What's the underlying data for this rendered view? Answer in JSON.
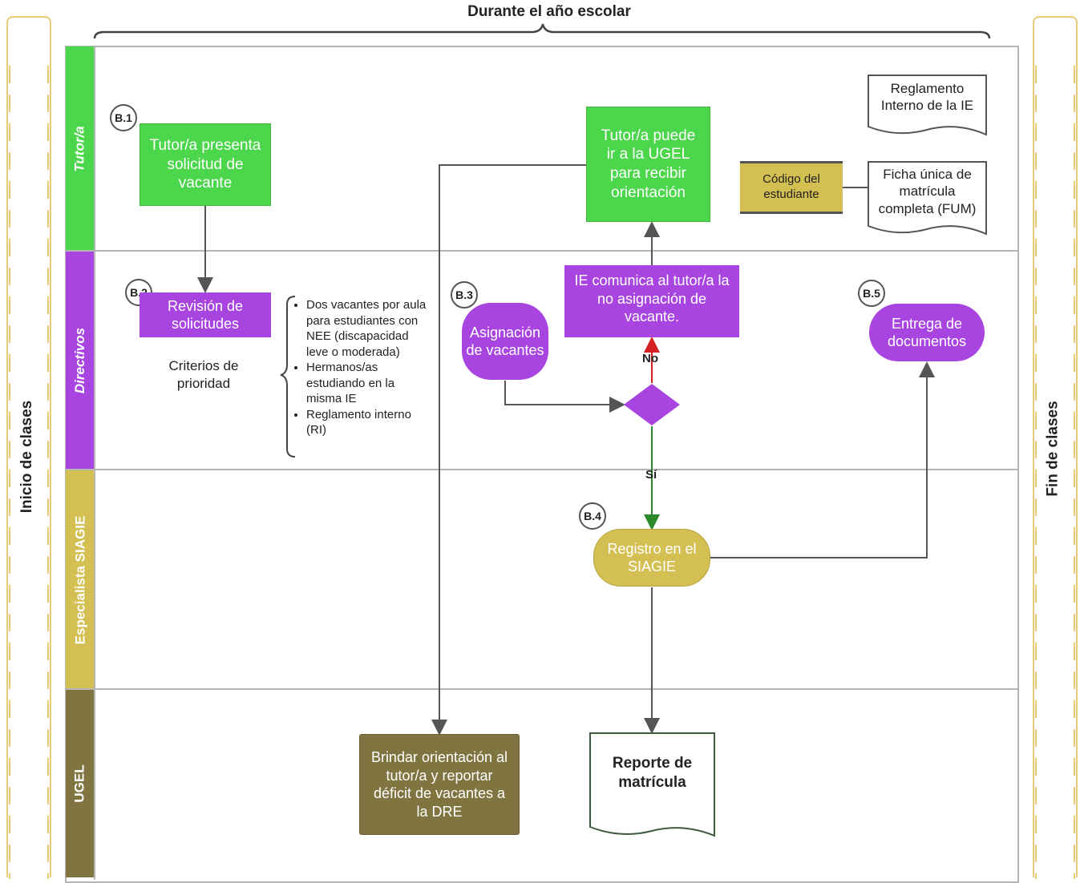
{
  "header": {
    "title": "Durante el año escolar"
  },
  "sides": {
    "left": "Inicio de clases",
    "right": "Fin de clases"
  },
  "lanes": [
    "Tutor/a",
    "Directivos",
    "Especialista SIAGIE",
    "UGEL"
  ],
  "colors": {
    "tutor": "#4cd64c",
    "directivos": "#a845e0",
    "siagie": "#d4bf52",
    "ugel": "#807440"
  },
  "badges": {
    "b1": "B.1",
    "b2": "B.2",
    "b3": "B.3",
    "b4": "B.4",
    "b5": "B.5"
  },
  "nodes": {
    "tutor_solicitud": "Tutor/a presenta solicitud de vacante",
    "tutor_ugel": "Tutor/a puede ir a la UGEL para recibir orientación",
    "codigo": "Código del estudiante",
    "reglamento": "Reglamento Interno de la IE",
    "ficha": "Ficha única de matrícula completa (FUM)",
    "revision": "Revisión de solicitudes",
    "criterios": "Criterios de prioridad",
    "asignacion": "Asignación de vacantes",
    "ie_comunica": "IE comunica al  tutor/a la no asignación de vacante.",
    "entrega": "Entrega de documentos",
    "registro": "Registro en el SIAGIE",
    "orientacion": "Brindar orientación al tutor/a y reportar déficit de vacantes a la DRE",
    "reporte": "Reporte de matrícula"
  },
  "criteria": [
    "Dos vacantes por aula para estudiantes con NEE (discapacidad leve o moderada)",
    "Hermanos/as estudiando en la misma IE",
    "Reglamento interno (RI)"
  ],
  "edges": {
    "no": "No",
    "si": "Sí"
  }
}
